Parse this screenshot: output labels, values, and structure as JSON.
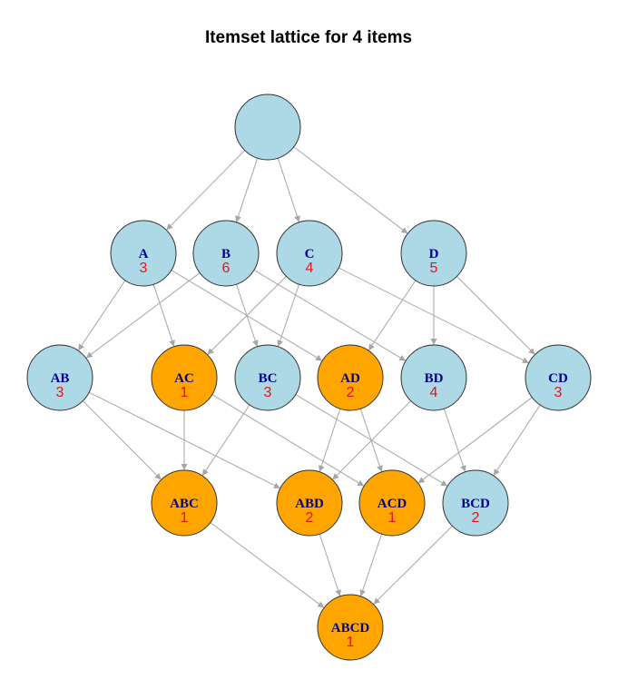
{
  "title": "Itemset lattice for 4 items",
  "colors": {
    "infrequent_fill": "#add8e6",
    "frequent_fill": "#ffa500",
    "label_color": "#00008b",
    "count_color": "#e8121c",
    "edge_color": "#a6a6a6"
  },
  "nodes": [
    {
      "id": "empty",
      "label": "",
      "count": "",
      "status": "infrequent"
    },
    {
      "id": "A",
      "label": "A",
      "count": "3",
      "status": "infrequent"
    },
    {
      "id": "B",
      "label": "B",
      "count": "6",
      "status": "infrequent"
    },
    {
      "id": "C",
      "label": "C",
      "count": "4",
      "status": "infrequent"
    },
    {
      "id": "D",
      "label": "D",
      "count": "5",
      "status": "infrequent"
    },
    {
      "id": "AB",
      "label": "AB",
      "count": "3",
      "status": "infrequent"
    },
    {
      "id": "AC",
      "label": "AC",
      "count": "1",
      "status": "frequent"
    },
    {
      "id": "BC",
      "label": "BC",
      "count": "3",
      "status": "infrequent"
    },
    {
      "id": "AD",
      "label": "AD",
      "count": "2",
      "status": "frequent"
    },
    {
      "id": "BD",
      "label": "BD",
      "count": "4",
      "status": "infrequent"
    },
    {
      "id": "CD",
      "label": "CD",
      "count": "3",
      "status": "infrequent"
    },
    {
      "id": "ABC",
      "label": "ABC",
      "count": "1",
      "status": "frequent"
    },
    {
      "id": "ABD",
      "label": "ABD",
      "count": "2",
      "status": "frequent"
    },
    {
      "id": "ACD",
      "label": "ACD",
      "count": "1",
      "status": "frequent"
    },
    {
      "id": "BCD",
      "label": "BCD",
      "count": "2",
      "status": "infrequent"
    },
    {
      "id": "ABCD",
      "label": "ABCD",
      "count": "1",
      "status": "frequent"
    }
  ],
  "edges": [
    [
      "empty",
      "A"
    ],
    [
      "empty",
      "B"
    ],
    [
      "empty",
      "C"
    ],
    [
      "empty",
      "D"
    ],
    [
      "A",
      "AB"
    ],
    [
      "A",
      "AC"
    ],
    [
      "A",
      "AD"
    ],
    [
      "B",
      "AB"
    ],
    [
      "B",
      "BC"
    ],
    [
      "B",
      "BD"
    ],
    [
      "C",
      "AC"
    ],
    [
      "C",
      "BC"
    ],
    [
      "C",
      "CD"
    ],
    [
      "D",
      "AD"
    ],
    [
      "D",
      "BD"
    ],
    [
      "D",
      "CD"
    ],
    [
      "AB",
      "ABC"
    ],
    [
      "AB",
      "ABD"
    ],
    [
      "AC",
      "ABC"
    ],
    [
      "AC",
      "ACD"
    ],
    [
      "BC",
      "ABC"
    ],
    [
      "BC",
      "BCD"
    ],
    [
      "AD",
      "ABD"
    ],
    [
      "AD",
      "ACD"
    ],
    [
      "BD",
      "ABD"
    ],
    [
      "BD",
      "BCD"
    ],
    [
      "CD",
      "ACD"
    ],
    [
      "CD",
      "BCD"
    ],
    [
      "ABC",
      "ABCD"
    ],
    [
      "ABD",
      "ABCD"
    ],
    [
      "ACD",
      "ABCD"
    ],
    [
      "BCD",
      "ABCD"
    ]
  ]
}
